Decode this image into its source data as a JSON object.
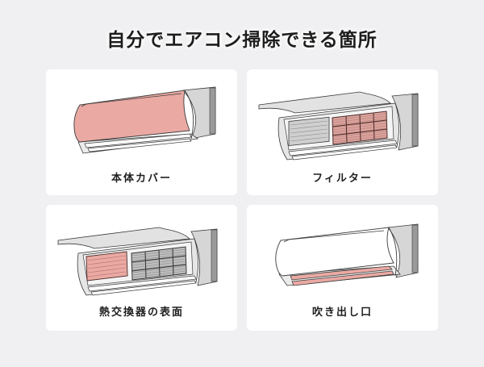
{
  "title": "自分でエアコン掃除できる箇所",
  "colors": {
    "background": "#f0f0f2",
    "card": "#ffffff",
    "highlight": "#eaa9a3",
    "outline": "#3a3a3a",
    "side_panel": "#d6d6d6",
    "side_edge": "#9a9a9a"
  },
  "cards": [
    {
      "label": "本体カバー",
      "illustration": "air-conditioner-body-cover-highlighted"
    },
    {
      "label": "フィルター",
      "illustration": "air-conditioner-open-filter-highlighted"
    },
    {
      "label": "熱交換器の表面",
      "illustration": "air-conditioner-open-heat-exchanger-highlighted"
    },
    {
      "label": "吹き出し口",
      "illustration": "air-conditioner-air-outlet-highlighted"
    }
  ]
}
